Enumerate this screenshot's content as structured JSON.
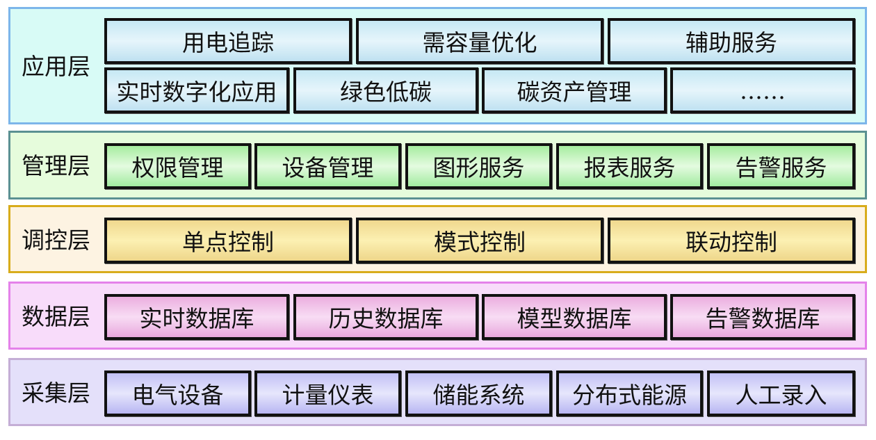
{
  "diagram": {
    "layers": [
      {
        "id": "application",
        "label": "应用层",
        "border_color": "#7cb6ea",
        "fill_color": "#d8fbf6",
        "rows": [
          [
            "用电追踪",
            "需容量优化",
            "辅助服务"
          ],
          [
            "实时数字化应用",
            "绿色低碳",
            "碳资产管理",
            "……"
          ]
        ]
      },
      {
        "id": "management",
        "label": "管理层",
        "border_color": "#5b9192",
        "fill_color": "#e6fcdc",
        "items": [
          "权限管理",
          "设备管理",
          "图形服务",
          "报表服务",
          "告警服务"
        ]
      },
      {
        "id": "control",
        "label": "调控层",
        "border_color": "#d8ac1b",
        "fill_color": "#fdf3e2",
        "items": [
          "单点控制",
          "模式控制",
          "联动控制"
        ]
      },
      {
        "id": "data",
        "label": "数据层",
        "border_color": "#e482ea",
        "fill_color": "#f8dcfa",
        "items": [
          "实时数据库",
          "历史数据库",
          "模型数据库",
          "告警数据库"
        ]
      },
      {
        "id": "acquisition",
        "label": "采集层",
        "border_color": "#c4aed6",
        "fill_color": "#e4e0fa",
        "items": [
          "电气设备",
          "计量仪表",
          "储能系统",
          "分布式能源",
          "人工录入"
        ]
      }
    ]
  }
}
